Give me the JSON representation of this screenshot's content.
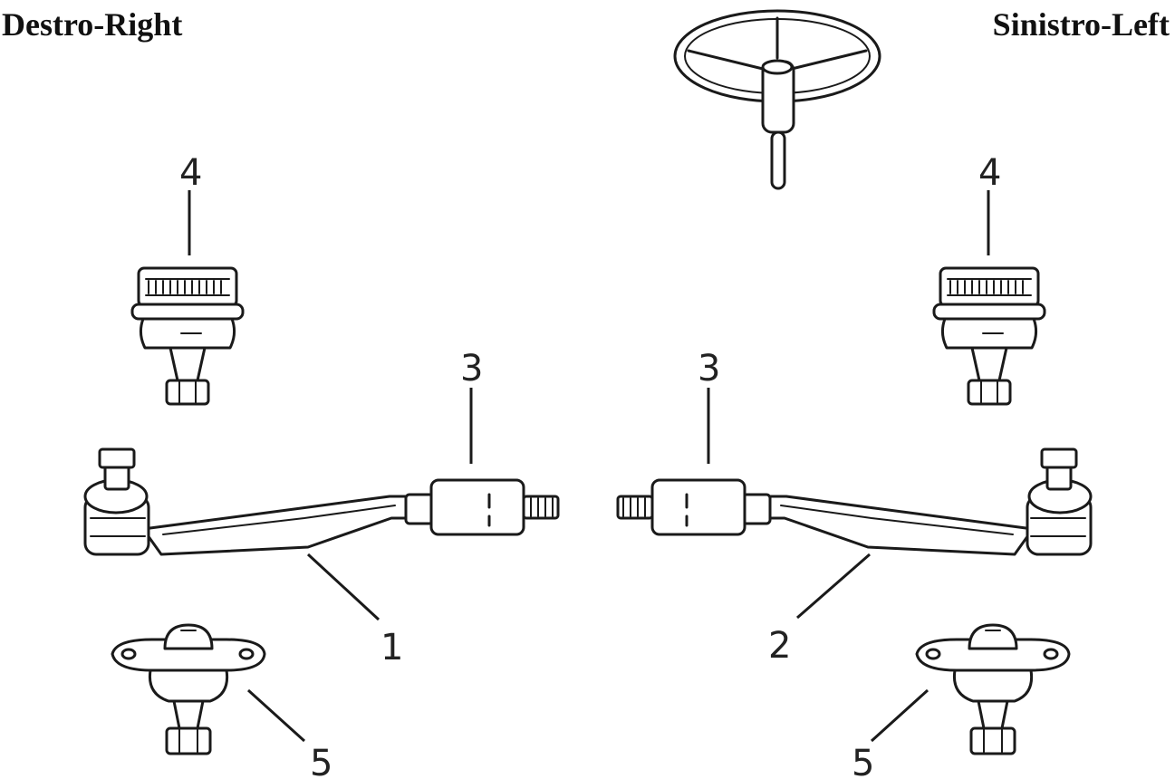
{
  "headings": {
    "right": "Destro-Right",
    "left": "Sinistro-Left"
  },
  "callouts": {
    "tie_rod_right": "1",
    "tie_rod_left": "2",
    "adjuster_sleeve_right": "3",
    "adjuster_sleeve_left": "3",
    "upper_ball_joint_right": "4",
    "upper_ball_joint_left": "4",
    "lower_ball_joint_right": "5",
    "lower_ball_joint_left": "5"
  },
  "colors": {
    "ink": "#1a1a1a",
    "background": "#ffffff"
  }
}
